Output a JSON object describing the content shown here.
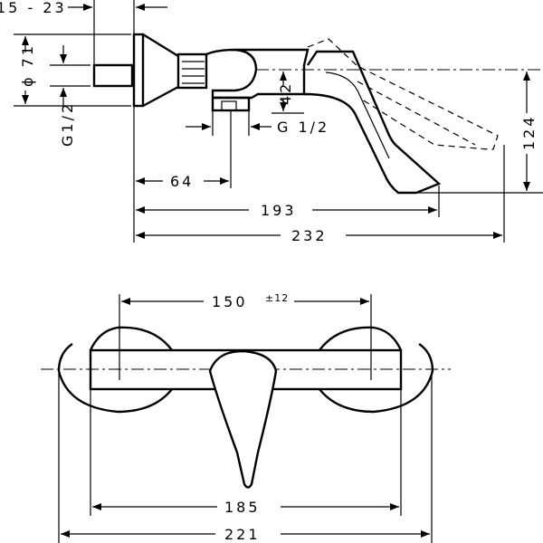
{
  "side_view": {
    "dim_wall_offset": "15 - 23",
    "dim_flange_diameter": "ϕ 71",
    "dim_inlet_thread": "G1/2",
    "dim_outlet_thread": "G 1/2",
    "dim_height_42": "42",
    "dim_height_124": "124",
    "dim_64": "64",
    "dim_193": "193",
    "dim_232": "232"
  },
  "front_view": {
    "dim_centers": "150",
    "dim_centers_tolerance": "±12",
    "dim_185": "185",
    "dim_221": "221"
  }
}
